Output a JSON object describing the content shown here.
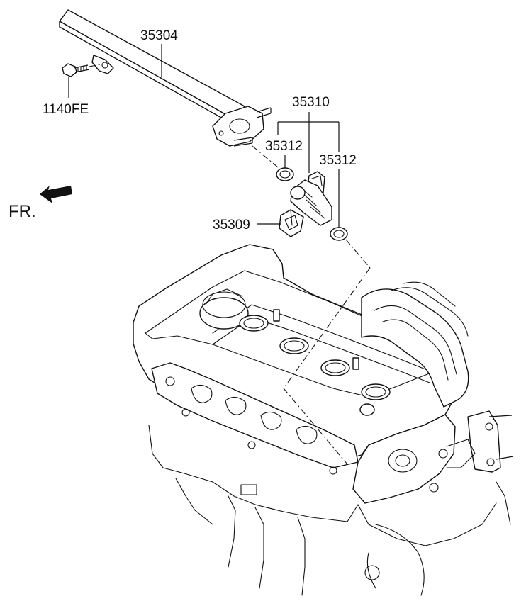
{
  "labels": {
    "fuel_rail": "35304",
    "bolt": "1140FE",
    "injector_assembly": "35310",
    "o_ring_upper": "35312",
    "o_ring_lower": "35312",
    "clip": "35309",
    "front_indicator": "FR."
  }
}
